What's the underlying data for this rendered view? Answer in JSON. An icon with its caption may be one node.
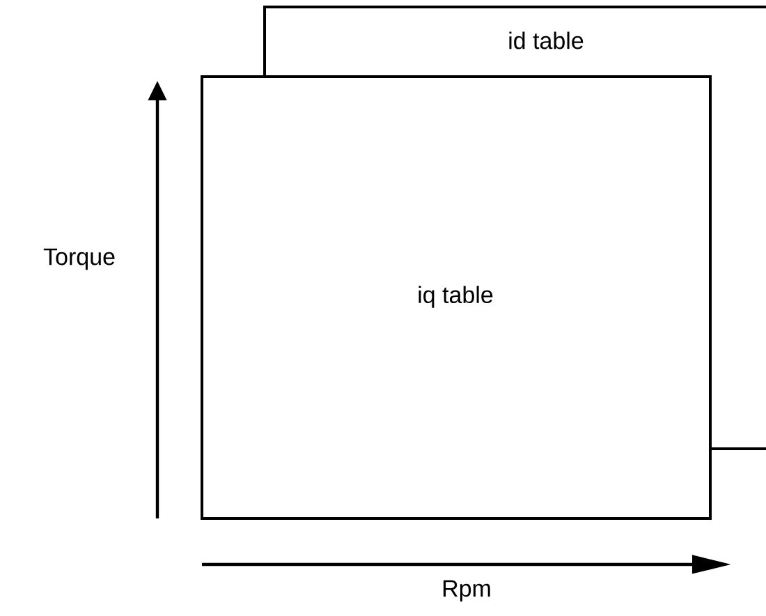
{
  "diagram": {
    "nodes": [
      {
        "text": [
          "id table"
        ]
      },
      {
        "text": [
          "iq table"
        ]
      }
    ],
    "labels": [
      "Torque",
      "Rpm"
    ]
  }
}
